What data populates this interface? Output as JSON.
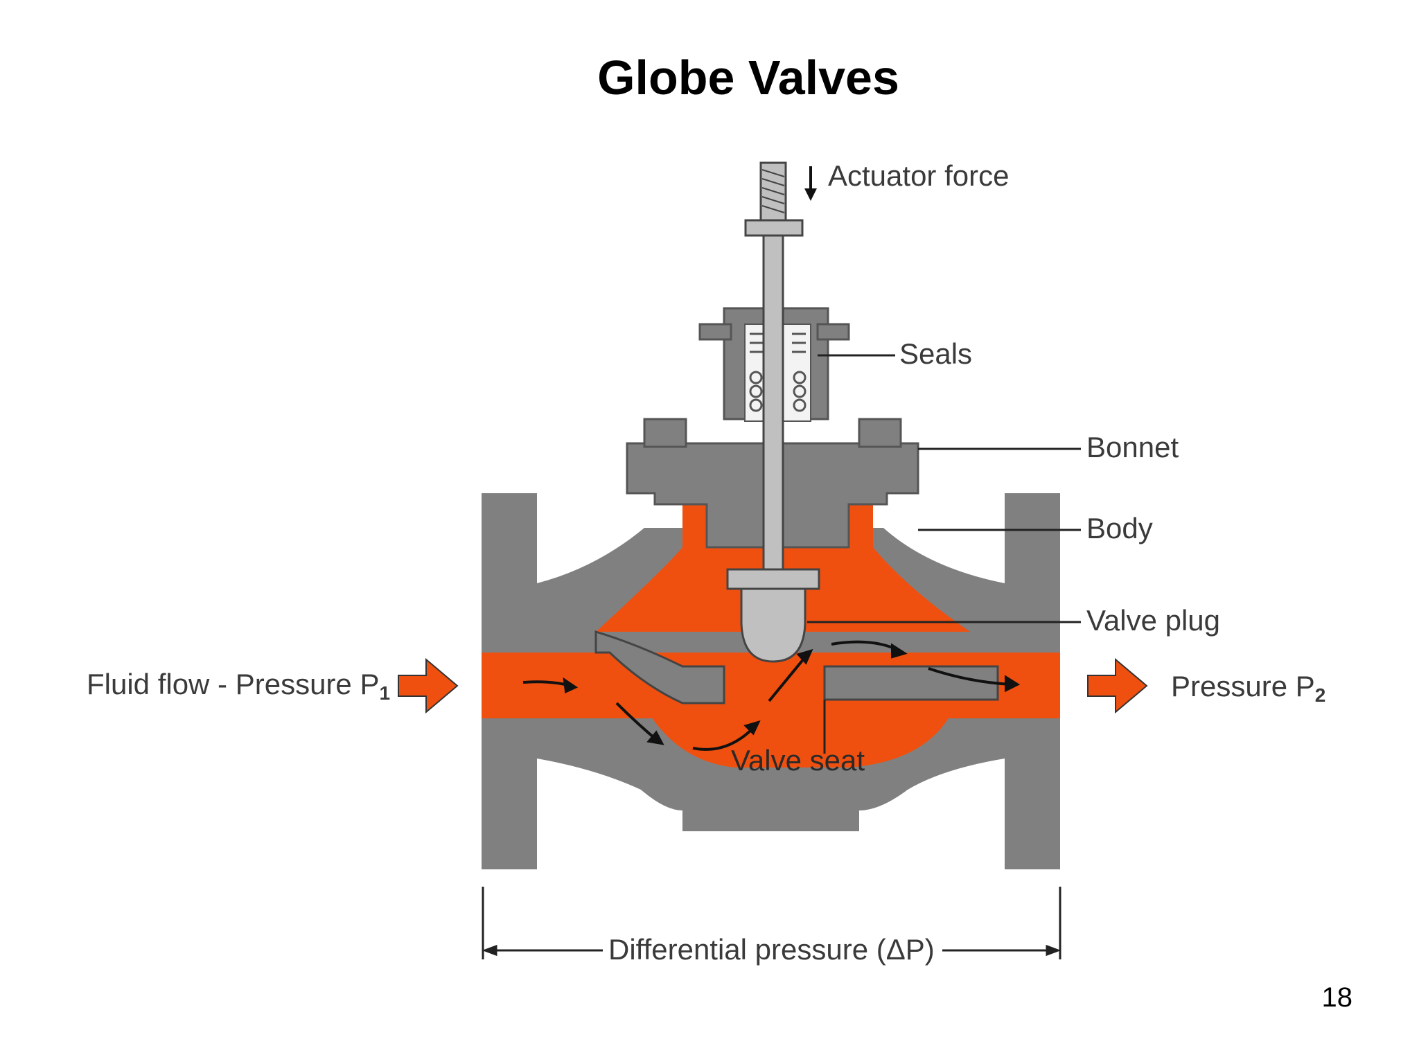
{
  "slide": {
    "title": "Globe Valves",
    "page_number": "18"
  },
  "labels": {
    "actuator_force": "Actuator force",
    "seals": "Seals",
    "bonnet": "Bonnet",
    "body": "Body",
    "valve_plug": "Valve plug",
    "inlet_flow": "Fluid flow - Pressure P",
    "inlet_subscript": "1",
    "outlet_pressure": "Pressure P",
    "outlet_subscript": "2",
    "valve_seat": "Valve seat",
    "differential": "Differential pressure (ΔP)"
  },
  "colors": {
    "fluid": "#f0500f",
    "metal": "#808080",
    "stem": "#c0c0c0",
    "outline": "#444444"
  }
}
